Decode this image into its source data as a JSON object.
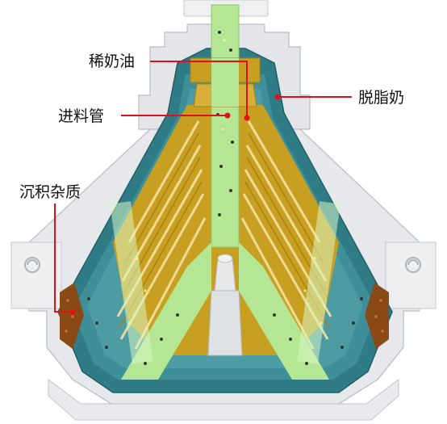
{
  "labels": {
    "cream": "稀奶油",
    "feed_pipe": "进料管",
    "skim_milk": "脱脂奶",
    "sediment": "沉积杂质"
  },
  "colors": {
    "housing": "#e3e5e8",
    "housing_edge": "#b9bdc3",
    "teal_outer": "#2f7c86",
    "teal_light": "#5aa4ab",
    "gold": "#c8a021",
    "gold_dark": "#a68215",
    "green": "#b4e694",
    "green_light": "#d9f5c2",
    "leader": "#e0101a",
    "sediment": "#8a4a17"
  },
  "icons": {
    "logo_left": "brand-emblem-icon",
    "logo_right": "brand-emblem-icon"
  }
}
